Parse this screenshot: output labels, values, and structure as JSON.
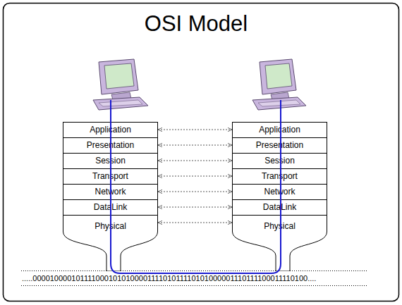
{
  "diagram": {
    "title": "OSI Model",
    "nodes": [
      {
        "text": [
          "Application"
        ]
      },
      {
        "text": [
          "Presentation"
        ]
      },
      {
        "text": [
          "Session"
        ]
      },
      {
        "text": [
          "Transport"
        ]
      },
      {
        "text": [
          "Network"
        ]
      },
      {
        "text": [
          "DataLink"
        ]
      },
      {
        "text": [
          "Physical"
        ]
      },
      {
        "text": [
          "Application"
        ]
      },
      {
        "text": [
          "Presentation"
        ]
      },
      {
        "text": [
          "Session"
        ]
      },
      {
        "text": [
          "Transport"
        ]
      },
      {
        "text": [
          "Network"
        ]
      },
      {
        "text": [
          "DataLink"
        ]
      },
      {
        "text": [
          "Physical"
        ]
      }
    ],
    "edges": [
      {
        "from": 0,
        "to": 7,
        "arrow": "both"
      },
      {
        "from": 1,
        "to": 8,
        "arrow": "both"
      },
      {
        "from": 2,
        "to": 9,
        "arrow": "both"
      },
      {
        "from": 3,
        "to": 10,
        "arrow": "both"
      },
      {
        "from": 4,
        "to": 11,
        "arrow": "both"
      },
      {
        "from": 5,
        "to": 12,
        "arrow": "both"
      },
      {
        "from": 6,
        "to": 13,
        "arrow": "both"
      }
    ],
    "labels": [
      ".....000010000101111000101010000111101011110101000001110111100011110100...."
    ]
  }
}
